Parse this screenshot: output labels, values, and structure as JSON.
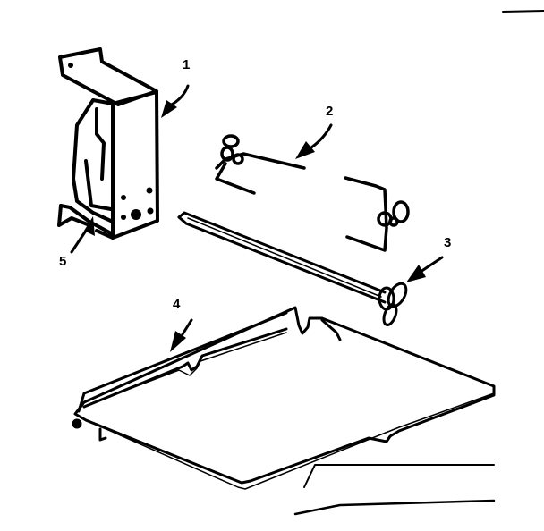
{
  "diagram": {
    "type": "exploded parts diagram",
    "background": "#ffffff",
    "ink": "#000000",
    "callouts": [
      {
        "id": "1",
        "label": "1",
        "part": "motor housing"
      },
      {
        "id": "2",
        "label": "2",
        "part": "spit fork (left)"
      },
      {
        "id": "3",
        "label": "3",
        "part": "spit rod with wing nut"
      },
      {
        "id": "4",
        "label": "4",
        "part": "wire rack"
      },
      {
        "id": "5",
        "label": "5",
        "part": "mounting bracket"
      }
    ]
  }
}
